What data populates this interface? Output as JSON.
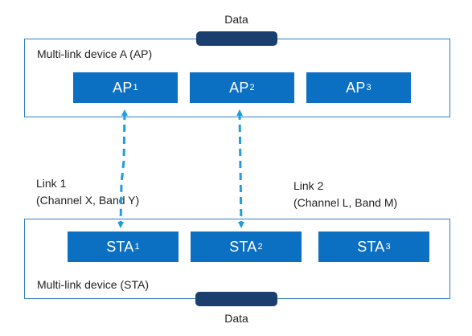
{
  "top_data": {
    "label": "Data"
  },
  "bottom_data": {
    "label": "Data"
  },
  "device_ap": {
    "title": "Multi-link device A (AP)",
    "blocks": [
      {
        "base": "AP",
        "sub": "1"
      },
      {
        "base": "AP",
        "sub": "2"
      },
      {
        "base": "AP",
        "sub": "3"
      }
    ]
  },
  "device_sta": {
    "title": "Multi-link device (STA)",
    "blocks": [
      {
        "base": "STA",
        "sub": "1"
      },
      {
        "base": "STA",
        "sub": "2"
      },
      {
        "base": "STA",
        "sub": "3"
      }
    ]
  },
  "links": [
    {
      "line1": "Link 1",
      "line2": "(Channel X, Band Y)"
    },
    {
      "line1": "Link 2",
      "line2": "(Channel L, Band M)"
    }
  ],
  "colors": {
    "block": "#0b6fc2",
    "frame": "#2f7fc1",
    "link": "#1e9ee0",
    "pill": "#1a3f6e"
  }
}
